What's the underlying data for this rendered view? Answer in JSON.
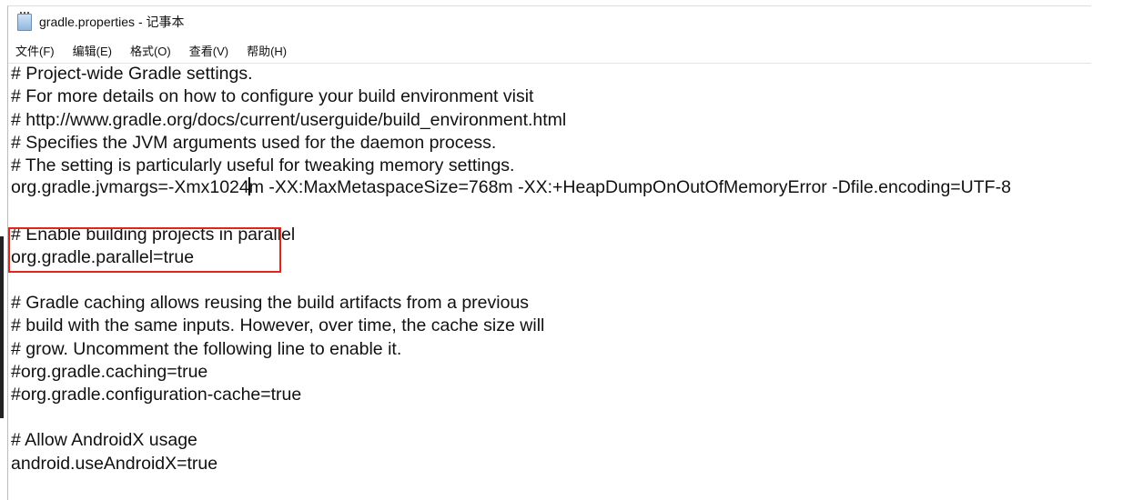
{
  "window": {
    "title": "gradle.properties - 记事本",
    "icon": "notepad-icon"
  },
  "menu": [
    "文件(F)",
    "编辑(E)",
    "格式(O)",
    "查看(V)",
    "帮助(H)"
  ],
  "editor": {
    "lines": [
      "# Project-wide Gradle settings.",
      "# For more details on how to configure your build environment visit",
      "# http://www.gradle.org/docs/current/userguide/build_environment.html",
      "# Specifies the JVM arguments used for the daemon process.",
      "# The setting is particularly useful for tweaking memory settings.",
      "",
      "",
      "# Enable building projects in parallel",
      "org.gradle.parallel=true",
      "",
      "# Gradle caching allows reusing the build artifacts from a previous",
      "# build with the same inputs. However, over time, the cache size will",
      "# grow. Uncomment the following line to enable it.",
      "#org.gradle.caching=true",
      "#org.gradle.configuration-cache=true",
      "",
      "# Allow AndroidX usage",
      "android.useAndroidX=true"
    ],
    "jvmargs_before_caret": "org.gradle.jvmargs=-Xmx1024",
    "jvmargs_after_caret": "m -XX:MaxMetaspaceSize=768m -XX:+HeapDumpOnOutOfMemoryError -Dfile.encoding=UTF-8"
  },
  "colors": {
    "highlight_box": "#e8201e"
  }
}
